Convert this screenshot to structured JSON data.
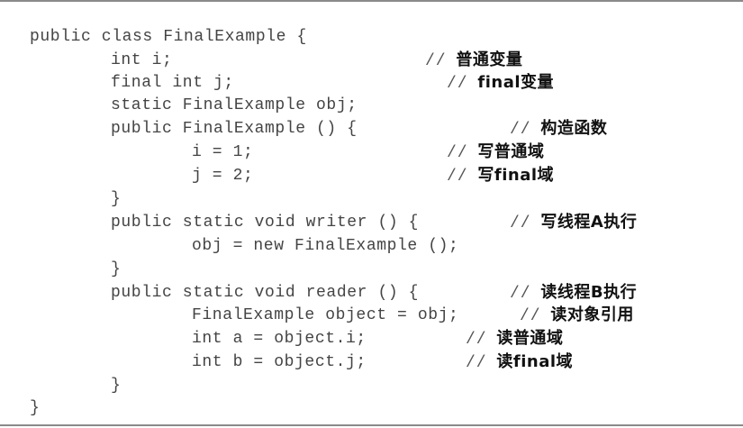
{
  "code": {
    "lines": [
      {
        "text": "public class FinalExample {",
        "comment": ""
      },
      {
        "text": "int i;",
        "comment": "普通变量"
      },
      {
        "text": "final int j;",
        "comment": "final变量"
      },
      {
        "text": "static FinalExample obj;",
        "comment": ""
      },
      {
        "text": "public FinalExample () {",
        "comment": "构造函数"
      },
      {
        "text": "i = 1;",
        "comment": "写普通域"
      },
      {
        "text": "j = 2;",
        "comment": "写final域"
      },
      {
        "text": "}",
        "comment": ""
      },
      {
        "text": "public static void writer () {",
        "comment": "写线程A执行"
      },
      {
        "text": "obj = new FinalExample ();",
        "comment": ""
      },
      {
        "text": "}",
        "comment": ""
      },
      {
        "text": "public static void reader () {",
        "comment": "读线程B执行"
      },
      {
        "text": "FinalExample object = obj;",
        "comment": "读对象引用"
      },
      {
        "text": "int a = object.i;",
        "comment": "读普通域"
      },
      {
        "text": "int b = object.j;",
        "comment": "读final域"
      },
      {
        "text": "}",
        "comment": ""
      },
      {
        "text": "}",
        "comment": ""
      }
    ],
    "comment_marker": "//"
  }
}
